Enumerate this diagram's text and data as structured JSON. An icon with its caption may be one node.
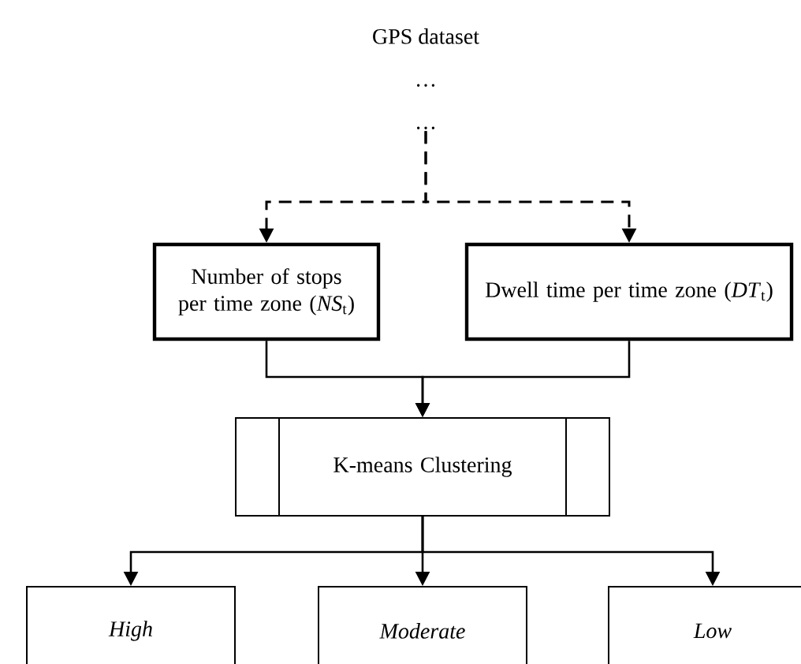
{
  "diagram": {
    "nodes": [
      {
        "text": [
          "GPS dataset",
          "…",
          "…"
        ]
      },
      {
        "text": [
          "Number of stops per time zone (*NS*$_{t}$)"
        ]
      },
      {
        "text": [
          "Dwell time per time zone (*DT*$_{t}$)"
        ]
      },
      {
        "text": [
          "K-means Clustering"
        ]
      },
      {
        "text": [
          "High"
        ]
      },
      {
        "text": [
          "Moderate"
        ]
      },
      {
        "text": [
          "Low"
        ]
      }
    ],
    "edges": [
      {
        "from": 0,
        "to": 1,
        "arrow": "to",
        "style": "dashed"
      },
      {
        "from": 0,
        "to": 2,
        "arrow": "to",
        "style": "dashed"
      },
      {
        "from": 1,
        "to": 3,
        "arrow": "to"
      },
      {
        "from": 2,
        "to": 3,
        "arrow": "to"
      },
      {
        "from": 3,
        "to": 4,
        "arrow": "to"
      },
      {
        "from": 3,
        "to": 5,
        "arrow": "to"
      },
      {
        "from": 3,
        "to": 6,
        "arrow": "to"
      }
    ]
  }
}
